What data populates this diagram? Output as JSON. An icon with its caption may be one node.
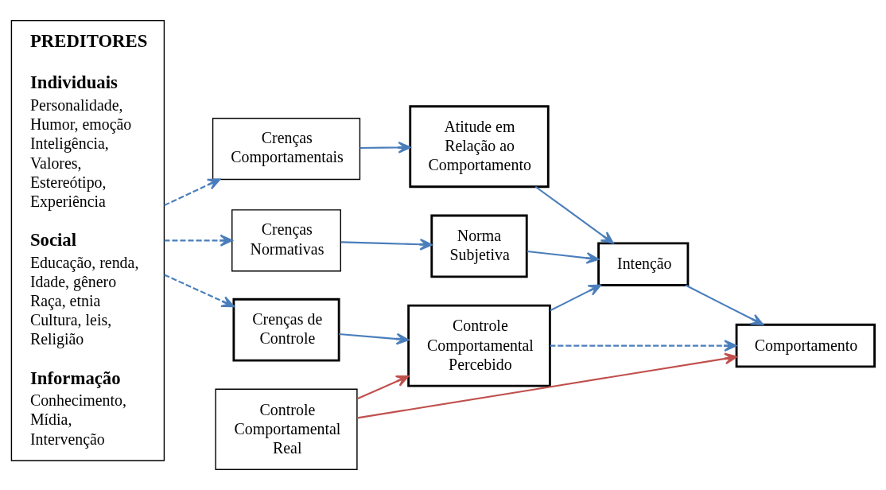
{
  "diagram": {
    "nodes": [
      {
        "text": [
          "PREDITORES",
          "Individuais",
          "Personalidade, Humor, emoção Inteligência, Valores, Estereótipo, Experiência",
          "Social",
          "Educação, renda, Idade, gênero Raça, etnia Cultura, leis, Religião",
          "Informação",
          "Conhecimento, Mídia, Intervenção"
        ]
      },
      {
        "text": [
          "Crenças Comportamentais"
        ]
      },
      {
        "text": [
          "Atitude em Relação ao Comportamento"
        ]
      },
      {
        "text": [
          "Crenças Normativas"
        ]
      },
      {
        "text": [
          "Norma Subjetiva"
        ]
      },
      {
        "text": [
          "Intenção"
        ]
      },
      {
        "text": [
          "Comportamento"
        ]
      },
      {
        "text": [
          "Crenças de Controle"
        ]
      },
      {
        "text": [
          "Controle Comportamental Percebido"
        ]
      },
      {
        "text": [
          "Controle Comportamental Real"
        ]
      }
    ],
    "edges": [
      {
        "from": 0,
        "to": 1,
        "arrow": "to",
        "style": "dashed"
      },
      {
        "from": 0,
        "to": 3,
        "arrow": "to",
        "style": "dashed"
      },
      {
        "from": 0,
        "to": 7,
        "arrow": "to",
        "style": "dashed"
      },
      {
        "from": 1,
        "to": 2,
        "arrow": "to"
      },
      {
        "from": 2,
        "to": 5,
        "arrow": "to"
      },
      {
        "from": 3,
        "to": 4,
        "arrow": "to"
      },
      {
        "from": 4,
        "to": 5,
        "arrow": "to"
      },
      {
        "from": 7,
        "to": 8,
        "arrow": "to"
      },
      {
        "from": 8,
        "to": 5,
        "arrow": "to"
      },
      {
        "from": 5,
        "to": 6,
        "arrow": "to"
      },
      {
        "from": 8,
        "to": 6,
        "arrow": "to",
        "style": "dashed"
      },
      {
        "from": 9,
        "to": 6,
        "arrow": "to",
        "color": "#c0504d"
      },
      {
        "from": 9,
        "to": 8,
        "arrow": "to",
        "color": "#c0504d"
      }
    ]
  }
}
